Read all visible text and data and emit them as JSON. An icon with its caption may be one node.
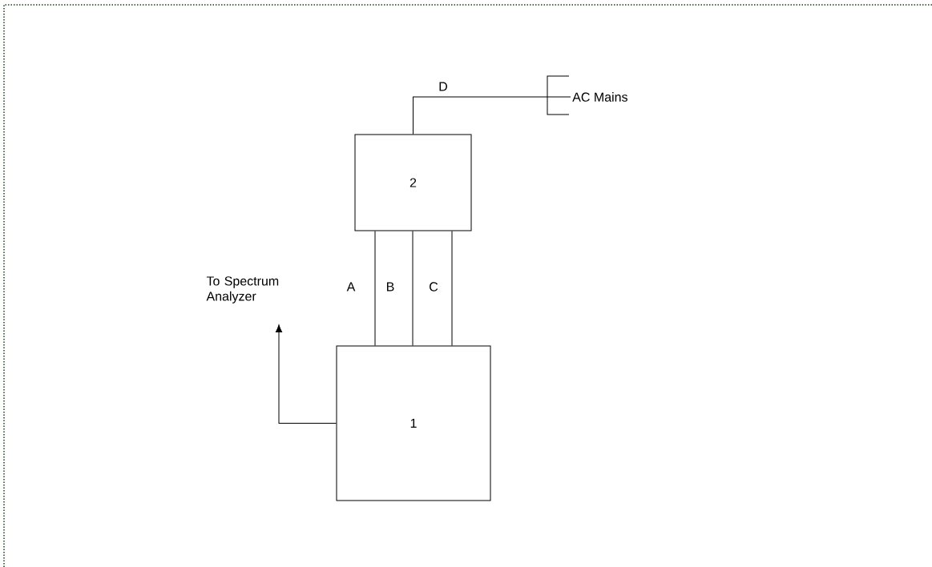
{
  "diagram": {
    "nodes": [
      {
        "text": [
          "2"
        ]
      },
      {
        "text": [
          "1"
        ]
      },
      {
        "text": [
          "To Spectrum Analyzer"
        ]
      },
      {
        "text": [
          "AC Mains"
        ]
      }
    ],
    "edges": [
      {
        "from": 0,
        "to": 1,
        "arrow": "none",
        "label": "A"
      },
      {
        "from": 0,
        "to": 1,
        "arrow": "none",
        "label": "B"
      },
      {
        "from": 0,
        "to": 1,
        "arrow": "none",
        "label": "C"
      },
      {
        "from": 0,
        "to": 3,
        "arrow": "none",
        "label": "D"
      },
      {
        "from": 1,
        "to": 2,
        "arrow": "to"
      }
    ]
  }
}
